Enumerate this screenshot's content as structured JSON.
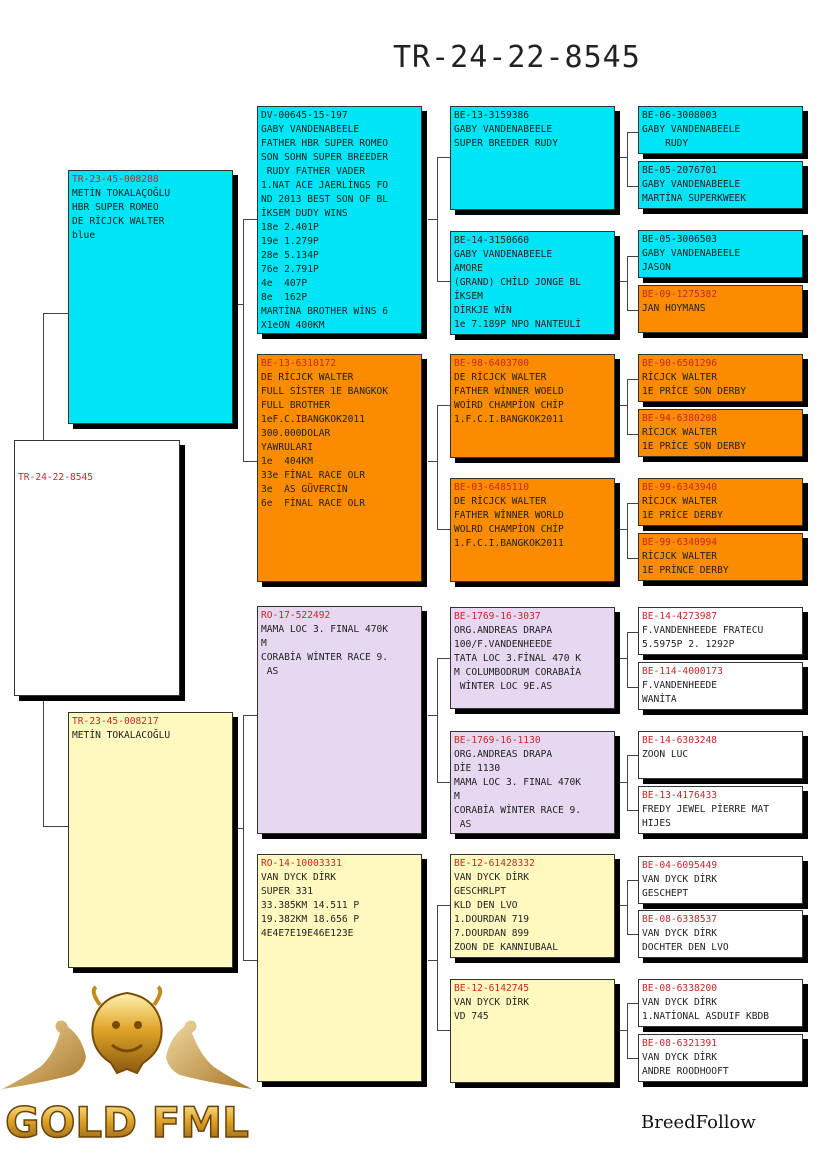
{
  "title": "TR-24-22-8545",
  "subject": {
    "ring": "TR-24-22-8545",
    "lines": []
  },
  "gen1": [
    {
      "ring": "TR-23-45-008288",
      "lines": [
        "METİN TOKALAÇOĞLU",
        "HBR SUPER ROMEO",
        "DE RİCJCK WALTER",
        "blue"
      ]
    },
    {
      "ring": "TR-23-45-008217",
      "lines": [
        "METİN TOKALACOĞLU"
      ]
    }
  ],
  "gen2": [
    {
      "ring": "DV-00645-15-197",
      "lines": [
        "GABY VANDENABEELE",
        "FATHER HBR SUPER ROMEO",
        "SON SOHN SUPER BREEDER",
        " RUDY FATHER VADER",
        "1.NAT ACE JAERLİNGS FO",
        "ND 2013 BEST SON OF BL",
        "İKSEM DUDY WINS",
        "18e 2.401P",
        "19e 1.279P",
        "28e 5.134P",
        "76e 2.791P",
        "4e  407P",
        "8e  162P",
        "MARTİNA BROTHER WİNS 6",
        "X1eON 400KM"
      ]
    },
    {
      "ring": "BE-13-6310172",
      "lines": [
        "DE RİCJCK WALTER",
        "FULL SİSTER 1E BANGKOK",
        "FULL BROTHER",
        "1eF.C.IBANGKOK2011",
        "300.000DOLAR",
        "YAWRULARI",
        "1e  404KM",
        "33e FİNAL RACE OLR",
        "3e  AS GÜVERCİN",
        "6e  FİNAL RACE OLR"
      ]
    },
    {
      "ring": "RO-17-522492",
      "lines": [
        "MAMA LOC 3. FINAL 470K",
        "M",
        "CORABİA WİNTER RACE 9.",
        " AS"
      ]
    },
    {
      "ring": "RO-14-10003331",
      "lines": [
        "VAN DYCK DİRK",
        "SUPER 331",
        "33.385KM 14.511 P",
        "19.382KM 18.656 P",
        "4E4E7E19E46E123E"
      ]
    }
  ],
  "gen3": [
    {
      "ring": "BE-13-3159386",
      "lines": [
        "GABY VANDENABEELE",
        "SUPER BREEDER RUDY"
      ]
    },
    {
      "ring": "BE-14-3150660",
      "lines": [
        "GABY VANDENABEELE",
        "AMORE",
        "(GRAND) CHİLD JONGE BL",
        "İKSEM",
        "DİRKJE WİN",
        "1e 7.189P NPO NANTEULİ"
      ]
    },
    {
      "ring": "BE-98-6403700",
      "lines": [
        "DE RİCJCK WALTER",
        "FATHER WİNNER WOELD",
        "WOİRD CHAMPİON CHİP",
        "1.F.C.I.BANGKOK2011"
      ]
    },
    {
      "ring": "BE-03-6485110",
      "lines": [
        "DE RİCJCK WALTER",
        "FATHER WİNNER WORLD",
        "WOLRD CHAMPİON CHİP",
        "1.F.C.I.BANGKOK2011"
      ]
    },
    {
      "ring": "BE-1769-16-3037",
      "lines": [
        "ORG.ANDREAS DRAPA",
        "100/F.VANDENHEEDE",
        "TATA LOC 3.FİNAL 470 K",
        "M COLUMBODRUM CORABAİA",
        " WİNTER LOC 9E.AS"
      ]
    },
    {
      "ring": "BE-1769-16-1130",
      "lines": [
        "ORG.ANDREAS DRAPA",
        "DİE 1130",
        "MAMA LOC 3. FINAL 470K",
        "M",
        "CORABİA WİNTER RACE 9.",
        " AS"
      ]
    },
    {
      "ring": "BE-12-61428332",
      "lines": [
        "VAN DYCK DİRK",
        "GESCHRLPT",
        "KLD DEN LVO",
        "1.DOURDAN 719",
        "7.DOURDAN 899",
        "ZOON DE KANNIUBAAL"
      ]
    },
    {
      "ring": "BE-12-6142745",
      "lines": [
        "VAN DYCK DİRK",
        "VD 745"
      ]
    }
  ],
  "gen4": [
    {
      "ring": "BE-06-3008003",
      "lines": [
        "GABY VANDENABEELE",
        "    RUDY"
      ]
    },
    {
      "ring": "BE-05-2076701",
      "lines": [
        "GABY VANDENABEELE",
        "MARTİNA SUPERKWEEK"
      ]
    },
    {
      "ring": "BE-05-3006503",
      "lines": [
        "GABY VANDENABEELE",
        "JASON"
      ]
    },
    {
      "ring": "BE-09-1275382",
      "lines": [
        "JAN HOYMANS"
      ]
    },
    {
      "ring": "BE-90-6501296",
      "lines": [
        "RİCJCK WALTER",
        "1E PRİCE SON DERBY"
      ]
    },
    {
      "ring": "BE-94-6380208",
      "lines": [
        "RİCJCK WALTER",
        "1E PRİCE SON DERBY"
      ]
    },
    {
      "ring": "BE-99-6343940",
      "lines": [
        "RİCJCK WALTER",
        "1E PRİCE DERBY"
      ]
    },
    {
      "ring": "BE-99-6340994",
      "lines": [
        "RİCJCK WALTER",
        "1E PRİNCE DERBY"
      ]
    },
    {
      "ring": "BE-14-4273987",
      "lines": [
        "F.VANDENHEEDE FRATECU",
        "5.5975P 2. 1292P"
      ]
    },
    {
      "ring": "BE-114-4000173",
      "lines": [
        "F.VANDENHEEDE",
        "WANİTA"
      ]
    },
    {
      "ring": "BE-14-6303248",
      "lines": [
        "ZOON LUC"
      ]
    },
    {
      "ring": "BE-13-4176433",
      "lines": [
        "FREDY JEWEL PİERRE MAT",
        "HIJES"
      ]
    },
    {
      "ring": "BE-04-6095449",
      "lines": [
        "VAN DYCK DİRK",
        "GESCHEPT"
      ]
    },
    {
      "ring": "BE-08-6338537",
      "lines": [
        "VAN DYCK DİRK",
        "DOCHTER DEN LVO"
      ]
    },
    {
      "ring": "BE-08-6338200",
      "lines": [
        "VAN DYCK DİRK",
        "1.NATİONAL ASDUIF KBDB"
      ]
    },
    {
      "ring": "BE-08-6321391",
      "lines": [
        "VAN DYCK DİRK",
        "ANDRE ROODHOOFT"
      ]
    }
  ],
  "logo_text": "GOLD FML",
  "footer": "BreedFollow",
  "colors": {
    "cyan": "#00e5f5",
    "orange": "#fb8c00",
    "lavender": "#e6d8f0",
    "yellow": "#fff9c0",
    "ring_red": "#c62828"
  }
}
